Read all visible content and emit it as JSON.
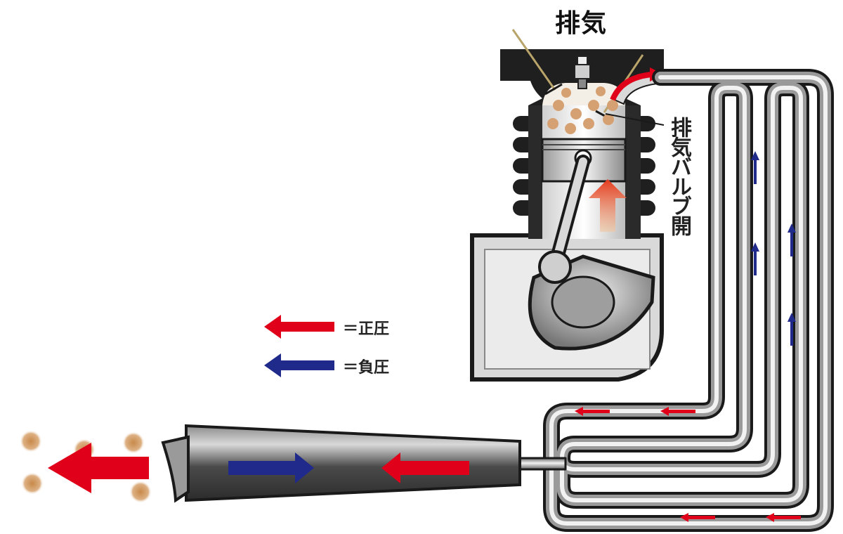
{
  "diagram": {
    "title": "排気",
    "valve_label": "排気バルブ開",
    "legend": [
      {
        "text": "＝正圧",
        "color": "#e0001a",
        "meaning": "positive pressure"
      },
      {
        "text": "＝負圧",
        "color": "#1f2a8a",
        "meaning": "negative pressure"
      }
    ]
  },
  "colors": {
    "positive": "#e0001a",
    "negative": "#1f2a8a",
    "outline": "#1a1a1a",
    "metal_light": "#e6e6e6",
    "metal_dark": "#6f6f6f",
    "exhaust_gas": "#d8a36a"
  }
}
